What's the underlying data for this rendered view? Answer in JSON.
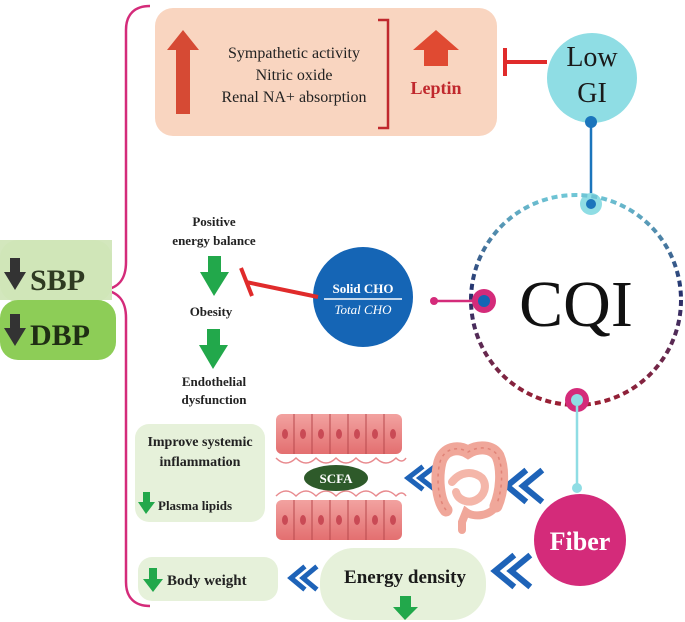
{
  "left_panel": {
    "sbp_label": "SBP",
    "dbp_label": "DBP"
  },
  "leptin_box": {
    "effects": [
      "Sympathetic activity",
      "Nitric oxide",
      "Renal NA+ absorption"
    ],
    "leptin_label": "Leptin"
  },
  "low_gi": {
    "line1": "Low",
    "line2": "GI"
  },
  "cqi": {
    "label": "CQI"
  },
  "solid_cho": {
    "numerator": "Solid CHO",
    "denominator": "Total CHO"
  },
  "obesity_chain": {
    "positive_energy_line1": "Positive",
    "positive_energy_line2": "energy balance",
    "obesity": "Obesity",
    "endothelial_line1": "Endothelial",
    "endothelial_line2": "dysfunction"
  },
  "inflammation_box": {
    "line1": "Improve systemic",
    "line2": "inflammation",
    "plasma_lipids": "Plasma lipids"
  },
  "scfa": {
    "label": "SCFA"
  },
  "fiber": {
    "label": "Fiber"
  },
  "energy_density": {
    "label": "Energy density"
  },
  "body_weight": {
    "label": "Body weight"
  },
  "colors": {
    "magenta": "#d42b7a",
    "cyan": "#7dd3e0",
    "navy": "#1565b5",
    "leptin_red": "#c0282d",
    "green_arrow": "#22a84b",
    "light_green": "#e6f1da",
    "peach": "#f9d5c0"
  }
}
